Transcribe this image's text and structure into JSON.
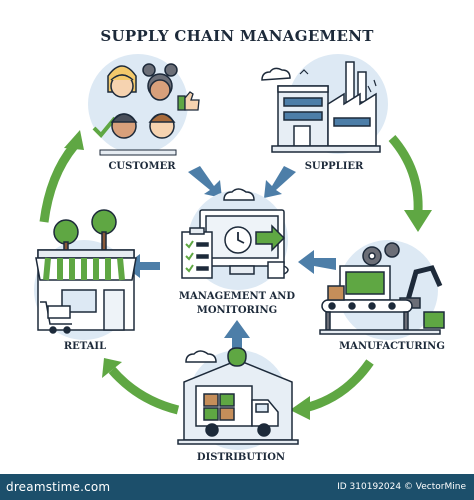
{
  "title": "SUPPLY CHAIN MANAGEMENT",
  "stages": {
    "customer": "CUSTOMER",
    "supplier": "SUPPLIER",
    "manufacturing": "MANUFACTURING",
    "distribution": "DISTRIBUTION",
    "retail": "RETAIL"
  },
  "center": {
    "line1": "MANAGEMENT AND",
    "line2": "MONITORING"
  },
  "footer": {
    "brand": "dreamstime.com",
    "credit": "ID 310192024 © VectorMine"
  },
  "colors": {
    "cycle_arrow": "#5fa743",
    "inward_arrow": "#4d7ea8",
    "circle_bg": "#dde9f4",
    "outline": "#1d2a3a",
    "footer_bg": "#1c4f6b"
  }
}
